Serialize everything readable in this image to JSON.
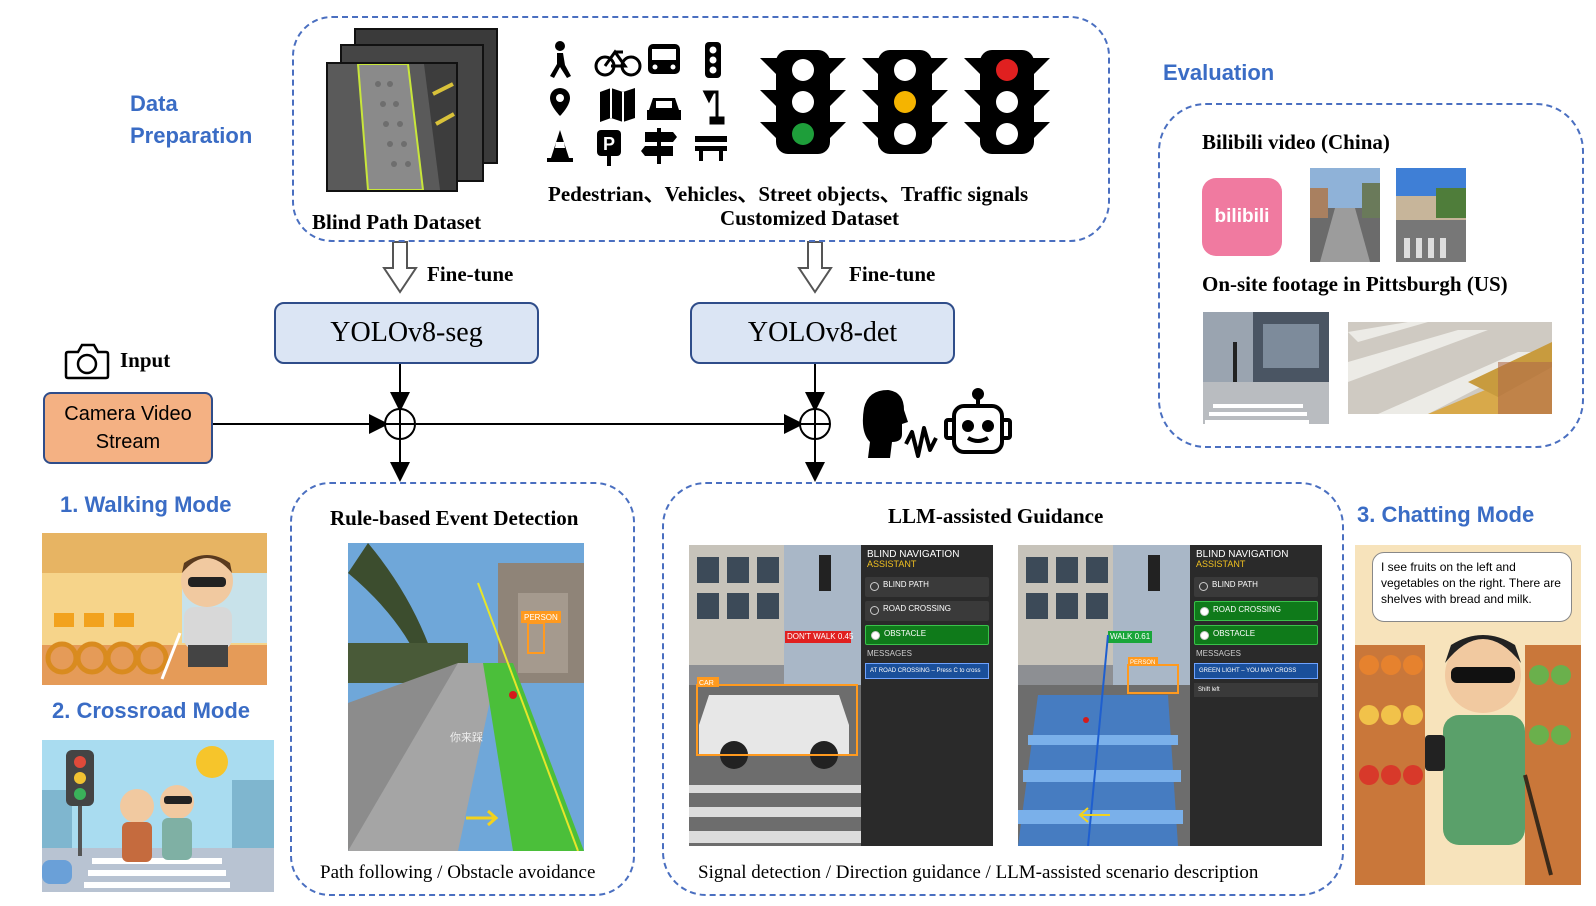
{
  "sections": {
    "data_preparation_line1": "Data",
    "data_preparation_line2": "Preparation",
    "evaluation": "Evaluation",
    "walking_mode": "1. Walking Mode",
    "crossroad_mode": "2. Crossroad Mode",
    "chatting_mode": "3. Chatting Mode"
  },
  "datasets": {
    "blind_path": "Blind Path Dataset",
    "categories": "Pedestrian、Vehicles、Street objects、Traffic signals",
    "customized": "Customized Dataset"
  },
  "pipeline": {
    "finetune_left": "Fine-tune",
    "finetune_right": "Fine-tune",
    "model_seg": "YOLOv8-seg",
    "model_det": "YOLOv8-det",
    "input_label": "Input",
    "camera_line1": "Camera Video",
    "camera_line2": "Stream"
  },
  "rule_panel": {
    "title": "Rule-based Event Detection",
    "caption": "Path following / Obstacle avoidance",
    "person_tag": "PERSON",
    "ground_text": "你来踩"
  },
  "llm_panel": {
    "title": "LLM-assisted Guidance",
    "caption": "Signal detection / Direction guidance / LLM-assisted scenario description",
    "left": {
      "hud_title1": "BLIND NAVIGATION",
      "hud_title2": "ASSISTANT",
      "row1": "BLIND PATH",
      "row2": "ROAD CROSSING",
      "row3": "OBSTACLE",
      "messages": "MESSAGES",
      "msg1": "AT ROAD CROSSING – Press C to cross",
      "signal_tag": "DON'T WALK 0.45",
      "car_tag": "CAR"
    },
    "right": {
      "hud_title1": "BLIND NAVIGATION",
      "hud_title2": "ASSISTANT",
      "row1": "BLIND PATH",
      "row2": "ROAD CROSSING",
      "row3": "OBSTACLE",
      "messages": "MESSAGES",
      "msg1": "GREEN LIGHT – YOU MAY CROSS",
      "msg2": "Shift left",
      "signal_tag": "WALK 0.61",
      "person_tag": "PERSON"
    }
  },
  "evaluation": {
    "bilibili_title": "Bilibili video (China)",
    "bilibili_logo": "bilibili",
    "onsite_title": "On-site footage in Pittsburgh (US)"
  },
  "chat_bubble": "I see fruits on the left and vegetables on the right. There are shelves with bread and milk.",
  "icons": [
    "walk-icon",
    "bicycle-icon",
    "bus-icon",
    "traffic-light-small-icon",
    "pin-icon",
    "map-icon",
    "car-icon",
    "street-lamp-icon",
    "cone-icon",
    "parking-icon",
    "signpost-icon",
    "bench-icon",
    "camera-icon",
    "speech-icon",
    "robot-icon"
  ],
  "colors": {
    "accent_blue": "#3a6cc5",
    "model_fill": "#dbe5f4",
    "camera_fill": "#f4b183",
    "dash": "#4a6fc0"
  }
}
